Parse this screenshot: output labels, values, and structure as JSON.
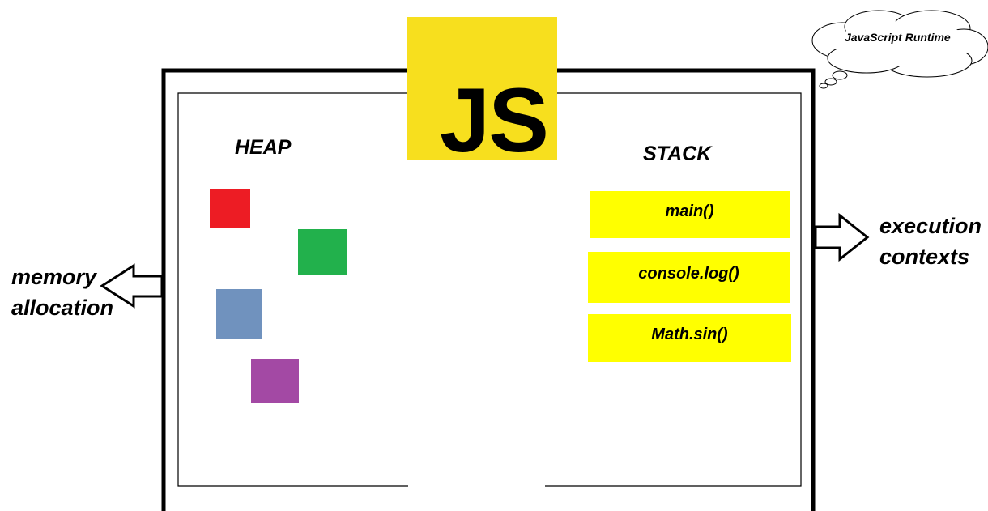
{
  "logo": {
    "text": "JS",
    "background": "#f7df1e",
    "text_color": "#000000"
  },
  "callout": {
    "text": "JavaScript Runtime"
  },
  "heap": {
    "title": "HEAP",
    "blocks": [
      {
        "color": "#ed1c24"
      },
      {
        "color": "#22b14c"
      },
      {
        "color": "#7092be"
      },
      {
        "color": "#a349a4"
      }
    ]
  },
  "stack": {
    "title": "STACK",
    "frame_color": "#ffff00",
    "frames": [
      {
        "label": "main()"
      },
      {
        "label": "console.log()"
      },
      {
        "label": "Math.sin()"
      }
    ]
  },
  "annotations": {
    "left": {
      "line1": "memory",
      "line2": "allocation"
    },
    "right": {
      "line1": "execution",
      "line2": "contexts"
    }
  }
}
